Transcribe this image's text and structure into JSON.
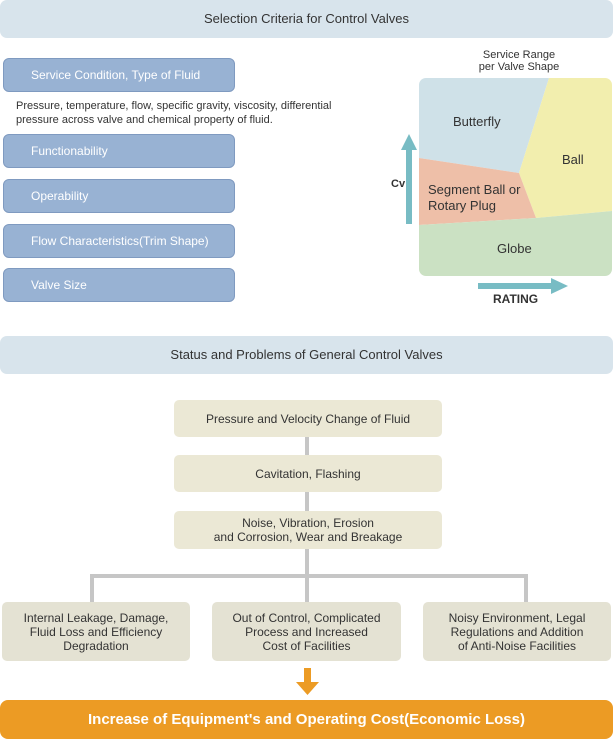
{
  "selection": {
    "header": "Selection Criteria for Control Valves",
    "criteria": [
      "Service Condition, Type of Fluid",
      "Functionability",
      "Operability",
      "Flow Characteristics(Trim Shape)",
      "Valve Size"
    ],
    "description_line1": "Pressure, temperature, flow, specific gravity, viscosity, differential",
    "description_line2": "pressure across valve and chemical property of fluid."
  },
  "service_range": {
    "title_line1": "Service Range",
    "title_line2": "per Valve Shape",
    "regions": {
      "butterfly": "Butterfly",
      "ball": "Ball",
      "segment_line1": "Segment Ball or",
      "segment_line2": "Rotary Plug",
      "globe": "Globe"
    },
    "y_axis": "Cv",
    "x_axis": "RATING",
    "colors": {
      "butterfly": "#cfe1e8",
      "ball": "#f2eeae",
      "segment": "#eebfa8",
      "globe": "#cbe1c3",
      "arrow": "#78bcc4"
    }
  },
  "status": {
    "header": "Status and Problems of General Control Valves",
    "flow": [
      {
        "line1": "Pressure and Velocity Change of Fluid",
        "line2": ""
      },
      {
        "line1": "Cavitation, Flashing",
        "line2": ""
      },
      {
        "line1": "Noise, Vibration, Erosion",
        "line2": "and Corrosion, Wear and Breakage"
      }
    ],
    "outcomes": [
      {
        "line1": "Internal Leakage, Damage,",
        "line2": "Fluid Loss and Efficiency",
        "line3": "Degradation"
      },
      {
        "line1": "Out of Control, Complicated",
        "line2": "Process and Increased",
        "line3": "Cost of Facilities"
      },
      {
        "line1": "Noisy Environment, Legal",
        "line2": "Regulations and Addition",
        "line3": "of Anti-Noise Facilities"
      }
    ],
    "result": "Increase of Equipment's and Operating Cost(Economic Loss)"
  }
}
